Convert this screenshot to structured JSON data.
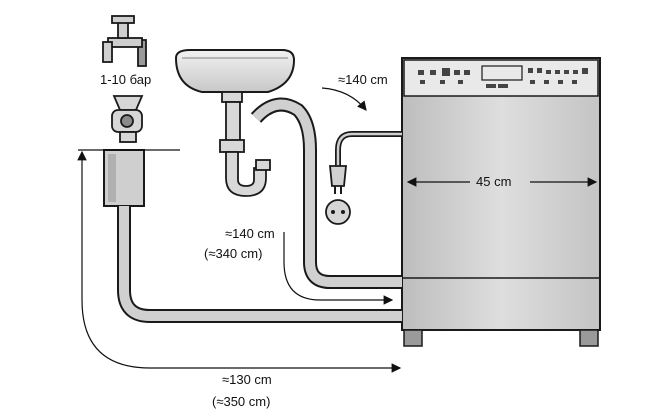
{
  "labels": {
    "pressure": "1-10 бар",
    "power_cord_length": "≈140 cm",
    "drain_hose_length": "≈140 cm",
    "drain_hose_length_max": "(≈340 cm)",
    "unit_width": "45 cm",
    "inlet_hose_length": "≈130 cm",
    "inlet_hose_length_max": "(≈350 cm)"
  },
  "colors": {
    "line": "#1a1a1a",
    "hose_fill": "#cfcfcf",
    "appliance_fill": "#d4d4d4",
    "panel_fill": "#e6e6e6",
    "sink_fill": "#e2e2e2"
  }
}
